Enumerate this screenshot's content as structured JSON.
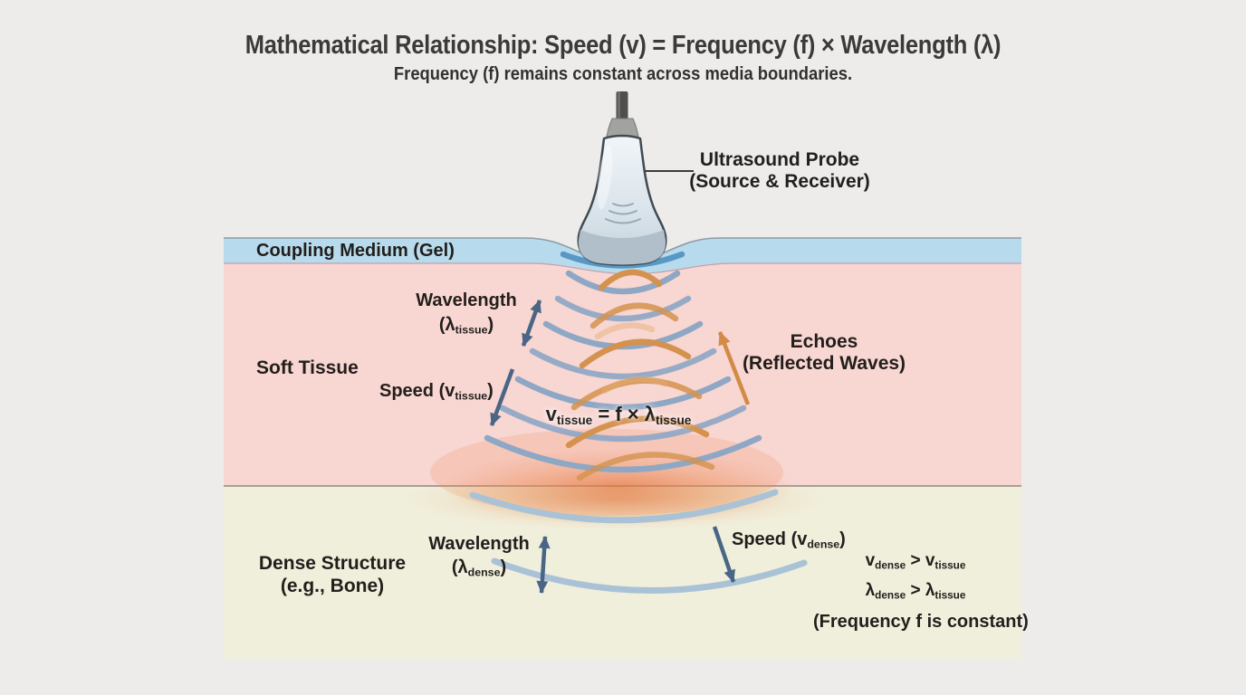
{
  "header": {
    "title": "Mathematical Relationship: Speed (v) = Frequency (f) × Wavelength (λ)",
    "subtitle": "Frequency (f) remains constant across media boundaries."
  },
  "probe": {
    "label_line1": "Ultrasound Probe",
    "label_line2": "(Source & Receiver)"
  },
  "layers": {
    "gel_label": "Coupling Medium (Gel)",
    "soft_tissue_label": "Soft Tissue",
    "dense_line1": "Dense Structure",
    "dense_line2": "(e.g., Bone)"
  },
  "tissue_annotations": {
    "wavelength_title": "Wavelength",
    "wavelength_pre": "(λ",
    "wavelength_sub": "tissue",
    "wavelength_post": ")",
    "speed_pre": "Speed (v",
    "speed_sub": "tissue",
    "speed_post": ")",
    "echoes_line1": "Echoes",
    "echoes_line2": "(Reflected Waves)",
    "formula_p1": "v",
    "formula_s1": "tissue",
    "formula_p2": " = f × λ",
    "formula_s2": "tissue"
  },
  "dense_annotations": {
    "wavelength_title": "Wavelength",
    "wavelength_pre": "(λ",
    "wavelength_sub": "dense",
    "wavelength_post": ")",
    "speed_pre": "Speed (v",
    "speed_sub": "dense",
    "speed_post": ")",
    "cmp_v_p1": "v",
    "cmp_v_s1": "dense",
    "cmp_v_p2": " > v",
    "cmp_v_s2": "tissue",
    "cmp_l_p1": "λ",
    "cmp_l_s1": "dense",
    "cmp_l_p2": " > λ",
    "cmp_l_s2": "tissue",
    "note": "(Frequency f is constant)"
  },
  "colors": {
    "background": "#edecea",
    "gel": "#b7dbec",
    "soft_tissue": "#f8d6d2",
    "dense_structure": "#f0efdc",
    "transmitted_wave_blue": "#8ea7c5",
    "dense_wave_blue": "#a9c2d6",
    "echo_orange": "#d4924e",
    "annotation_arrow_blue": "#4a6585",
    "focal_glow": "#e06a2e"
  }
}
